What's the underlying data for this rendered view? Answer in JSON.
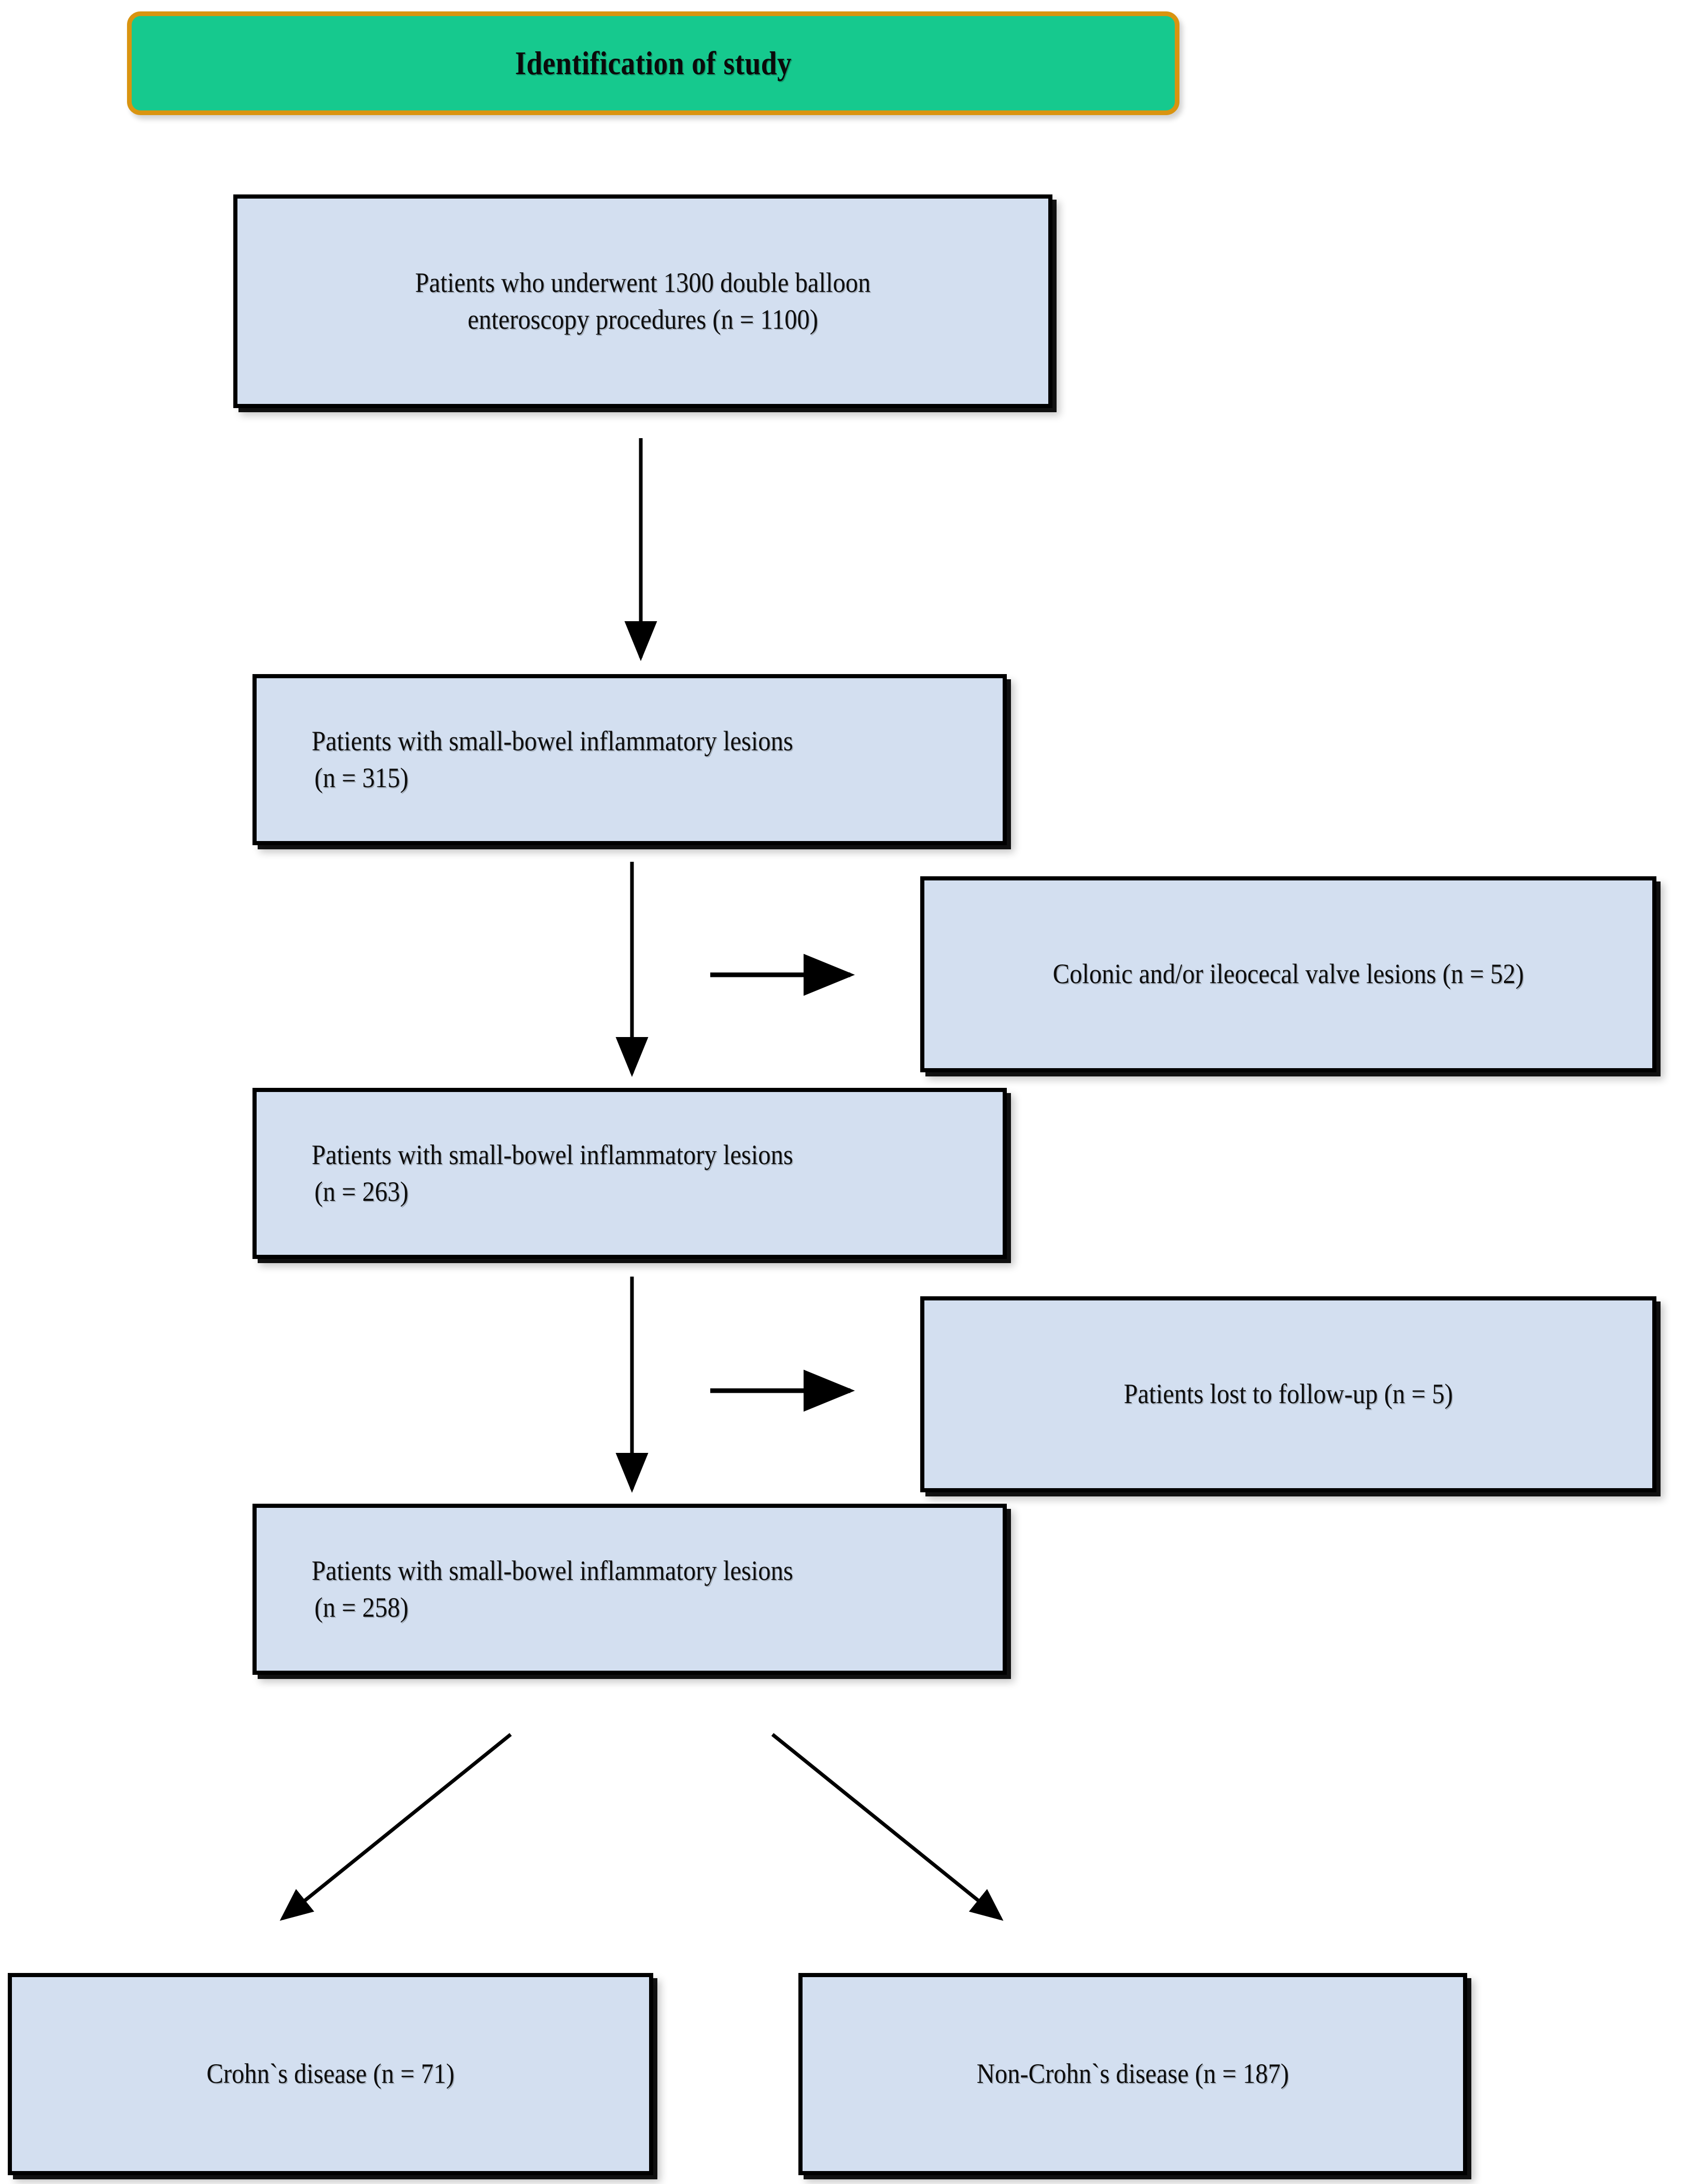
{
  "header": {
    "title": "Identification of study",
    "fill_color": "#16c98e",
    "border_color": "#d99410"
  },
  "style": {
    "node_fill": "#d3dff0",
    "node_border": "#000000",
    "arrow_color": "#000000",
    "page_background": "#ffffff"
  },
  "flow": {
    "nodes": [
      {
        "id": "enrolled",
        "line1": "Patients who underwent 1300 double balloon",
        "line2": "enteroscopy procedures (n = 1100)",
        "count": 1100,
        "align": "center"
      },
      {
        "id": "lesions-315",
        "line1": "Patients with small-bowel inflammatory lesions",
        "line2": "(n = 315)",
        "count": 315,
        "align": "left"
      },
      {
        "id": "lesions-263",
        "line1": "Patients with small-bowel inflammatory lesions",
        "line2": "(n = 263)",
        "count": 263,
        "align": "left"
      },
      {
        "id": "lesions-258",
        "line1": "Patients with small-bowel inflammatory lesions",
        "line2": "(n = 258)",
        "count": 258,
        "align": "left"
      }
    ],
    "exclusions": [
      {
        "id": "colonic-ileocecal",
        "line1": "Colonic and/or ileocecal valve lesions (n = 52)",
        "count": 52,
        "align": "center"
      },
      {
        "id": "lost-followup",
        "line1": "Patients lost to follow-up (n = 5)",
        "count": 5,
        "align": "center"
      }
    ],
    "outcomes": [
      {
        "id": "crohns",
        "line1": "Crohn`s disease (n = 71)",
        "count": 71,
        "align": "center"
      },
      {
        "id": "non-crohns",
        "line1": "Non-Crohn`s disease (n = 187)",
        "count": 187,
        "align": "center"
      }
    ],
    "connectors": [
      {
        "id": "arrow-enrolled-to-315",
        "type": "vertical-arrow-down"
      },
      {
        "id": "arrow-315-to-263",
        "type": "vertical-arrow-down"
      },
      {
        "id": "arrow-263-to-258",
        "type": "vertical-arrow-down"
      },
      {
        "id": "arrow-exclude-colonic",
        "type": "horizontal-arrow-right"
      },
      {
        "id": "arrow-exclude-lost-followup",
        "type": "horizontal-arrow-right"
      },
      {
        "id": "arrow-258-to-crohns",
        "type": "diagonal-arrow-down-left"
      },
      {
        "id": "arrow-258-to-non-crohns",
        "type": "diagonal-arrow-down-right"
      }
    ]
  }
}
